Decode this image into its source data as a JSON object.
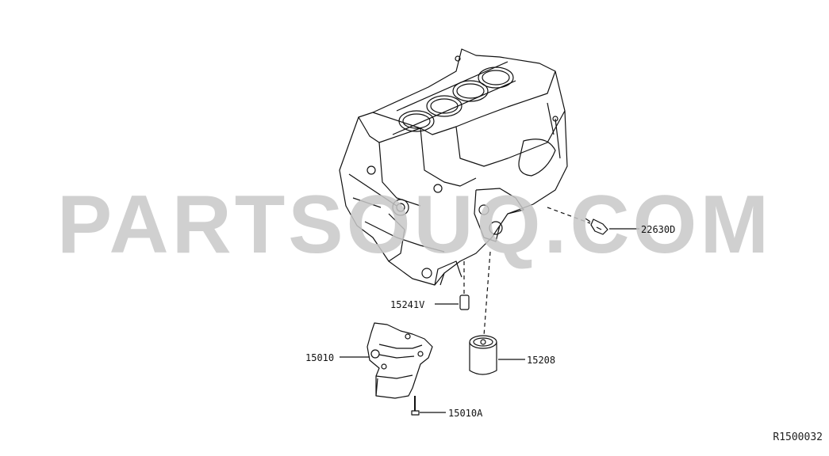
{
  "watermark": "PARTSOUQ.COM",
  "diagram_code": "R1500032",
  "callouts": [
    {
      "part": "22630D"
    },
    {
      "part": "15241V"
    },
    {
      "part": "15010"
    },
    {
      "part": "15208"
    },
    {
      "part": "15010A"
    }
  ]
}
